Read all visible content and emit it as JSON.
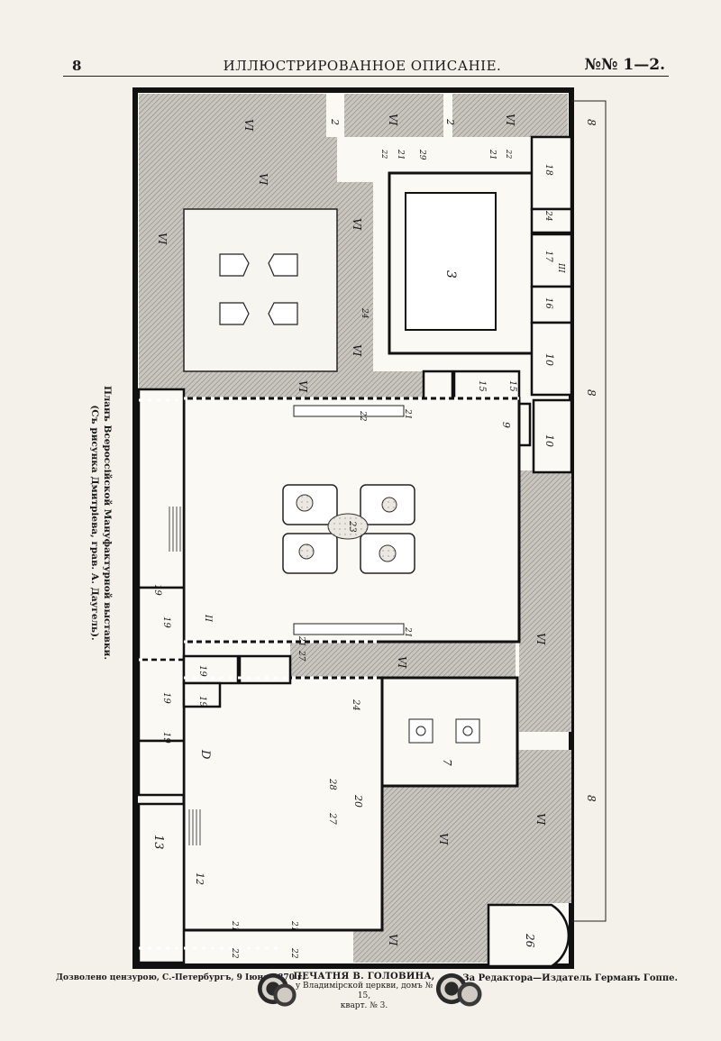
{
  "header": {
    "page_number": "8",
    "title": "ИЛЛЮСТРИРОВАННОЕ ОПИСАНІЕ.",
    "issue": "№№ 1—2."
  },
  "caption": {
    "line1": "Планъ Всероссійской Мануфактурной выставки.",
    "line2": "(Съ рисунка Дмитріева, грав. А. Даугель)."
  },
  "plan_labels": {
    "vi": "VI",
    "two": "2",
    "three": "3",
    "seven": "7",
    "eight": "8",
    "nine": "9",
    "ten": "10",
    "twelve": "12",
    "thirteen": "13",
    "fifteen": "15",
    "sixteen": "16",
    "seventeen": "17",
    "eighteen": "18",
    "nineteen": "19",
    "twenty": "20",
    "twenty_one": "21",
    "twenty_two": "22",
    "twenty_three": "23",
    "twenty_four": "24",
    "twenty_six": "26",
    "twenty_seven": "27",
    "twenty_eight": "28",
    "twenty_nine": "29",
    "i_cap": "II",
    "iii": "III",
    "d": "D"
  },
  "footer": {
    "censor": "Дозволено цензурою, С.-Петербургъ, 9 Іюня 1870 г.",
    "printer_line1": "ПЕЧАТНЯ В. ГОЛОВИНА,",
    "printer_line2": "у Владимірской церкви, домъ № 15,",
    "printer_line3": "кварт. № 3.",
    "editor": "За Редактора—Издатель Германъ Гоппе."
  }
}
